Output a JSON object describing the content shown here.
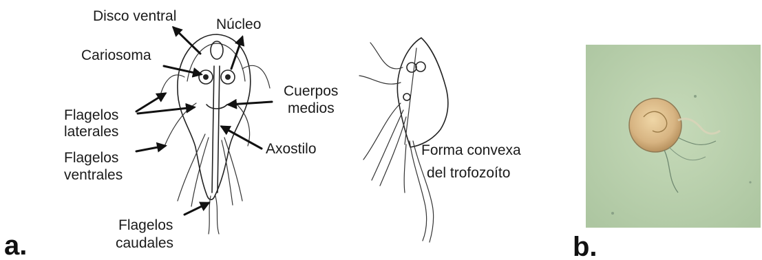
{
  "panels": {
    "a": "a.",
    "b": "b."
  },
  "labels": {
    "disco_ventral": "Disco ventral",
    "nucleo": "Núcleo",
    "cariosoma": "Cariosoma",
    "flagelos_laterales": [
      "Flagelos",
      "laterales"
    ],
    "cuerpos_medios": [
      "Cuerpos",
      "medios"
    ],
    "flagelos_ventrales": [
      "Flagelos",
      "ventrales"
    ],
    "axostilo": "Axostilo",
    "flagelos_caudales": [
      "Flagelos",
      "caudales"
    ],
    "forma_convexa": [
      "Forma convexa",
      "del trofozoíto"
    ]
  },
  "colors": {
    "micrograph_background": "#b9d0ae",
    "cell_fill": "#d9b98a",
    "ink": "#222222"
  }
}
